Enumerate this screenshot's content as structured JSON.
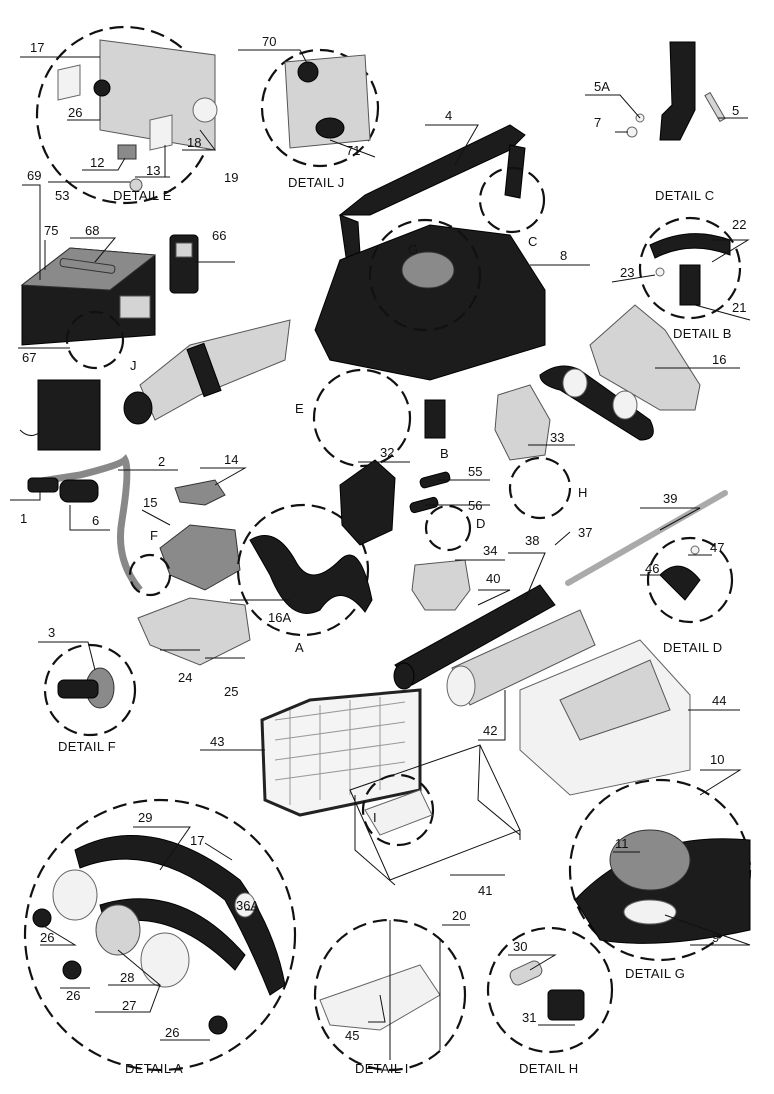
{
  "details": [
    {
      "id": "E",
      "caption": "DETAIL E"
    },
    {
      "id": "J",
      "caption": "DETAIL J"
    },
    {
      "id": "C",
      "caption": "DETAIL C"
    },
    {
      "id": "B",
      "caption": "DETAIL B"
    },
    {
      "id": "F",
      "caption": "DETAIL F"
    },
    {
      "id": "D",
      "caption": "DETAIL D"
    },
    {
      "id": "A",
      "caption": "DETAIL A"
    },
    {
      "id": "I",
      "caption": "DETAIL I"
    },
    {
      "id": "H",
      "caption": "DETAIL H"
    },
    {
      "id": "G",
      "caption": "DETAIL G"
    }
  ],
  "part_labels": [
    "17",
    "26",
    "18",
    "12",
    "13",
    "19",
    "53",
    "69",
    "75",
    "68",
    "67",
    "70",
    "71",
    "66",
    "4",
    "8",
    "5A",
    "7",
    "5",
    "22",
    "23",
    "21",
    "16",
    "2",
    "1",
    "6",
    "15",
    "14",
    "3",
    "24",
    "25",
    "16A",
    "32",
    "55",
    "56",
    "33",
    "34",
    "38",
    "37",
    "39",
    "47",
    "46",
    "40",
    "42",
    "44",
    "43",
    "41",
    "29",
    "36A",
    "28",
    "27",
    "20",
    "45",
    "30",
    "31",
    "11",
    "9",
    "10"
  ],
  "callout_letters": [
    "G",
    "C",
    "J",
    "E",
    "B",
    "H",
    "D",
    "F",
    "A",
    "I"
  ],
  "palette": {
    "ink": "#111111",
    "dark": "#1c1c1c",
    "mid": "#8a8a8a",
    "light": "#d4d4d4"
  }
}
